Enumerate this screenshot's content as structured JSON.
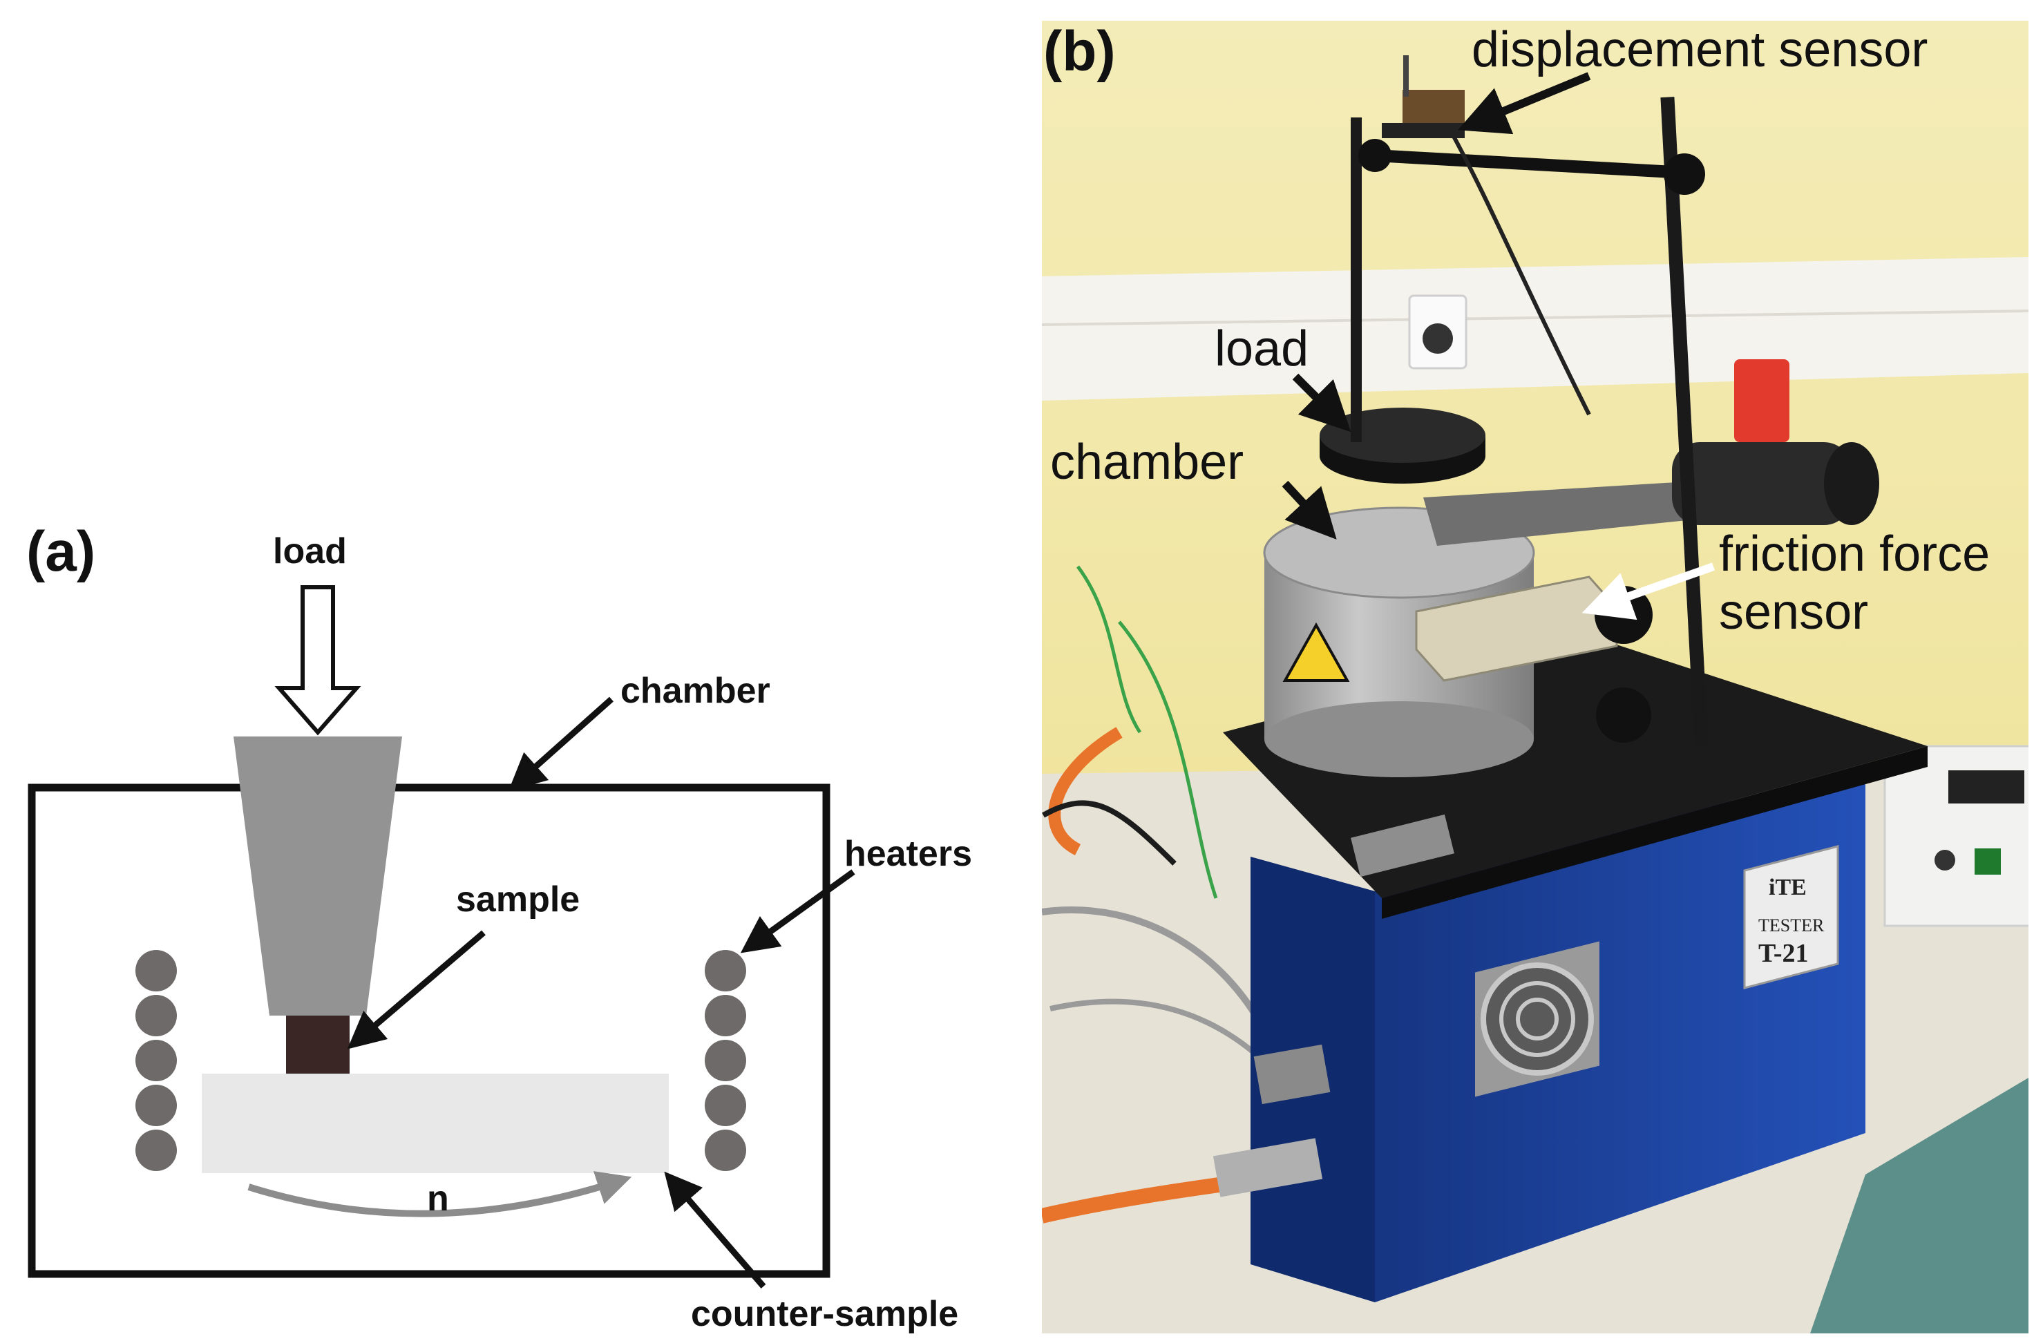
{
  "panel_a": {
    "label": "(a)",
    "labels": {
      "load": "load",
      "chamber": "chamber",
      "heaters": "heaters",
      "sample": "sample",
      "rotation": "n",
      "counter_sample": "counter-sample"
    },
    "colors": {
      "frame": "#111111",
      "holder": "#939393",
      "sample": "#3b2626",
      "counter_sample": "#e8e8e8",
      "heater": "#6e6a6a",
      "rotation_arrow": "#8c8c8c"
    }
  },
  "panel_b": {
    "label": "(b)",
    "labels": {
      "displacement_sensor": "displacement sensor",
      "load": "load",
      "chamber": "chamber",
      "friction_force_sensor_line1": "friction force",
      "friction_force_sensor_line2": "sensor"
    },
    "device_plate": {
      "brand": "iTE",
      "model_line1": "TESTER",
      "model_line2": "T-21"
    },
    "colors": {
      "wall": "#f3eba0",
      "table": "#e6e2d6",
      "casing": "#1d3f9a",
      "top_plate": "#1b1b1b",
      "chamber": "#a9a9a9"
    }
  }
}
